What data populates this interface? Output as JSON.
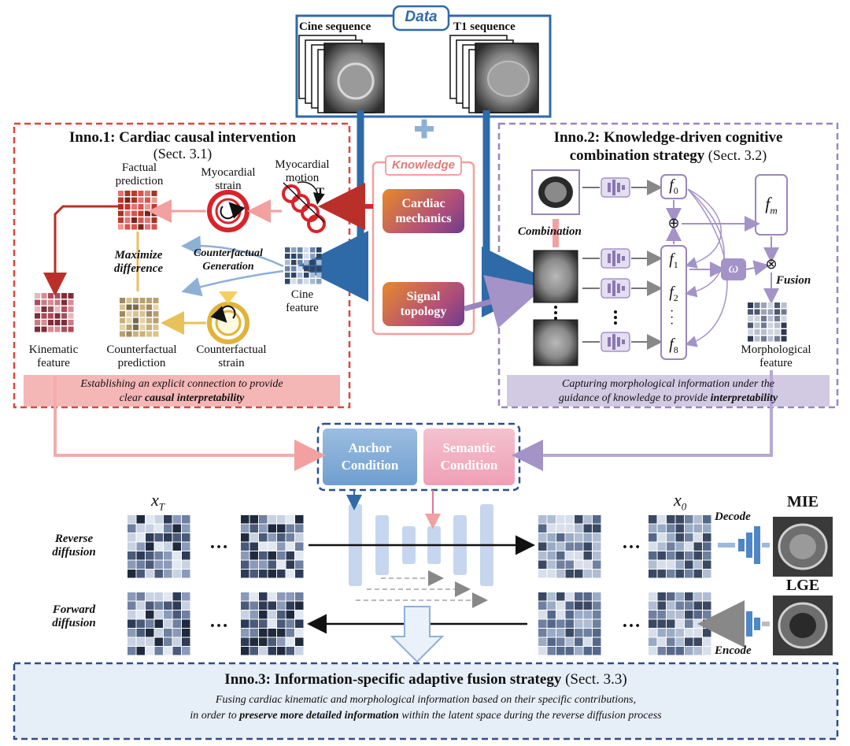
{
  "data_box": {
    "title": "Data",
    "cine_label": "Cine sequence",
    "t1_label": "T1 sequence"
  },
  "knowledge": {
    "title": "Knowledge",
    "cardiac_mechanics": "Cardiac\nmechanics",
    "signal_topology": "Signal\ntopology"
  },
  "inno1": {
    "title": "Inno.1: Cardiac causal intervention",
    "sect": "(Sect. 3.1)",
    "factual_prediction": "Factual\nprediction",
    "myocardial_strain": "Myocardial\nstrain",
    "myocardial_motion": "Myocardial\nmotion",
    "motion_t": "T",
    "maximize_difference": "Maximize\ndifference",
    "counterfactual_generation": "Counterfactual\nGeneration",
    "cine_feature": "Cine\nfeature",
    "kinematic_feature": "Kinematic\nfeature",
    "counterfactual_prediction": "Counterfactual\nprediction",
    "counterfactual_strain": "Counterfactual\nstrain",
    "caption_1": "Establishing an explicit connection to provide",
    "caption_2_pre": "clear ",
    "caption_2_bold": "causal interpretability"
  },
  "inno2": {
    "title_1": "Inno.2: Knowledge-driven cognitive",
    "title_2_bold": "combination strategy",
    "title_2_sect": " (Sect. 3.2)",
    "combination": "Combination",
    "f0": "f",
    "f0_sub": "0",
    "f1": "f",
    "f1_sub": "1",
    "f2": "f",
    "f2_sub": "2",
    "f8": "f",
    "f8_sub": "8",
    "fm": "f",
    "fm_sub": "m",
    "omega": "ω",
    "plus": "⊕",
    "times": "⊗",
    "fusion": "Fusion",
    "morphological_feature": "Morphological\nfeature",
    "caption_1": "Capturing morphological information under the",
    "caption_2_pre": "guidance of knowledge to provide ",
    "caption_2_bold": "interpretability"
  },
  "conditions": {
    "anchor": "Anchor\nCondition",
    "semantic": "Semantic\nCondition"
  },
  "diffusion": {
    "xT": "x",
    "xT_sub": "T",
    "x0": "x",
    "x0_sub": "0",
    "reverse": "Reverse\ndiffusion",
    "forward": "Forward\ndiffusion",
    "ellipsis": "…",
    "decode": "Decode",
    "encode": "Encode",
    "mie": "MIE",
    "lge": "LGE"
  },
  "inno3": {
    "title_bold": "Inno.3: Information-specific adaptive fusion strategy",
    "title_sect": " (Sect. 3.3)",
    "line1": "Fusing cardiac kinematic and morphological information based on their specific contributions,",
    "line2_pre": "in order to ",
    "line2_bold": "preserve more detailed information",
    "line2_post": " within the latent space during the reverse diffusion process"
  },
  "colors": {
    "red": "#d9473f",
    "purple": "#9a86bd",
    "blue": "#2f6aa8",
    "pink": "#f0a3b6",
    "orange": "#e28a2a"
  }
}
